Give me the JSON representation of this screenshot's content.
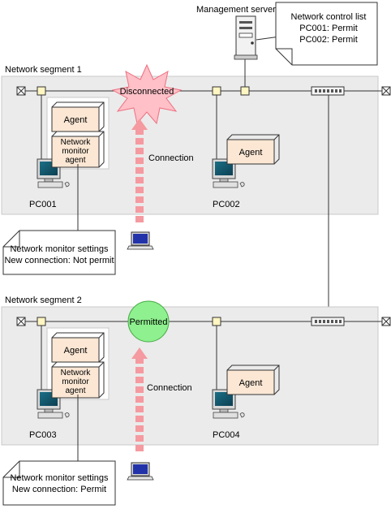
{
  "management_server": {
    "label": "Management server",
    "control_list": {
      "title": "Network control list",
      "entries": [
        "PC001: Permit",
        "PC002: Permit"
      ]
    }
  },
  "segments": [
    {
      "title": "Network segment 1",
      "status_label": "Disconnected",
      "connection_label": "Connection",
      "pc_monitor": {
        "name": "PC001",
        "agent_label": "Agent",
        "monitor_label_lines": [
          "Network",
          "monitor",
          "agent"
        ]
      },
      "pc_other": {
        "name": "PC002",
        "agent_label": "Agent"
      },
      "settings": {
        "title": "Network monitor settings",
        "value": "New connection: Not permit"
      }
    },
    {
      "title": "Network segment 2",
      "status_label": "Permitted",
      "connection_label": "Connection",
      "pc_monitor": {
        "name": "PC003",
        "agent_label": "Agent",
        "monitor_label_lines": [
          "Network",
          "monitor",
          "agent"
        ]
      },
      "pc_other": {
        "name": "PC004",
        "agent_label": "Agent"
      },
      "settings": {
        "title": "Network monitor settings",
        "value": "New connection: Permit"
      }
    }
  ],
  "colors": {
    "segment_fill": "#ebebeb",
    "agent_box": "#fbe7d4",
    "burst": "#ffc0c8",
    "permitted": "#8ef08e",
    "arrow": "#f59aa0",
    "node": "#fff6c2"
  }
}
